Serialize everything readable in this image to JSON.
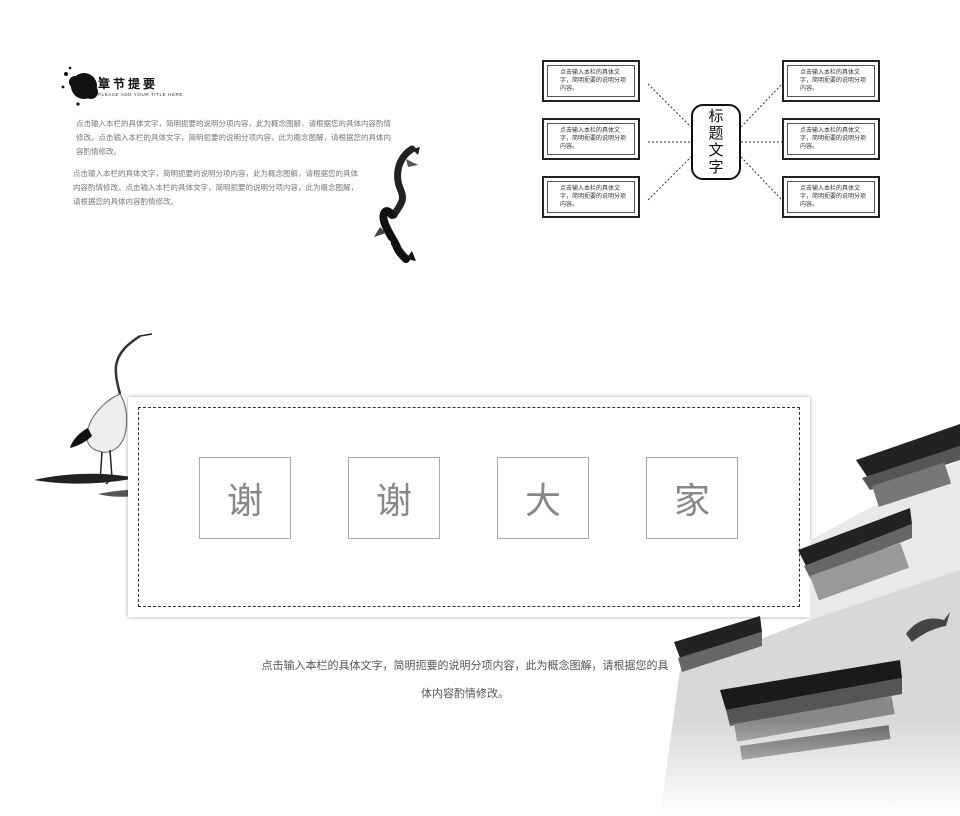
{
  "section": {
    "title": "章节提要",
    "subtitle": "PLEASE ADD YOUR TITLE HERE",
    "paragraph1": "点击输入本栏的具体文字，简明扼要的说明分项内容，此为概念图解，请根据您的具体内容酌情修改。点击输入本栏的具体文字，简明扼要的说明分项内容，此为概念图解，请根据您的具体内容酌情修改。",
    "paragraph2": "点击输入本栏的具体文字，简明扼要的说明分项内容，此为概念图解，请根据您的具体内容酌情修改。点击输入本栏的具体文字，简明扼要的说明分项内容，此为概念图解，请根据您的具体内容酌情修改。"
  },
  "mindmap": {
    "center": "标题文字",
    "left_boxes": [
      "点击输入本栏的具体文字，简明扼要的说明分项内容。",
      "点击输入本栏的具体文字，简明扼要的说明分项内容。",
      "点击输入本栏的具体文字，简明扼要的说明分项内容。"
    ],
    "right_boxes": [
      "点击输入本栏的具体文字，简明扼要的说明分项内容。",
      "点击输入本栏的具体文字，简明扼要的说明分项内容。",
      "点击输入本栏的具体文字，简明扼要的说明分项内容。"
    ]
  },
  "thanks": {
    "chars": [
      "谢",
      "谢",
      "大",
      "家"
    ]
  },
  "footer_text": "点击输入本栏的具体文字，简明扼要的说明分项内容，此为概念图解，请根据您的具体内容酌情修改。"
}
